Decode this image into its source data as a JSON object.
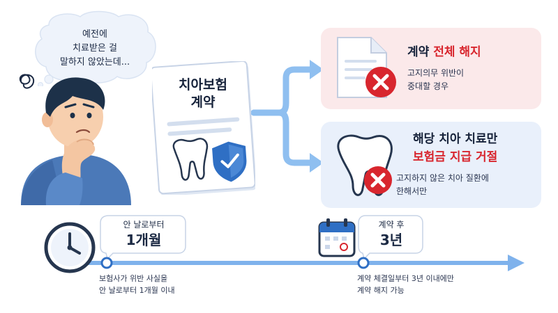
{
  "thought_bubble": {
    "lines": [
      "예전에",
      "치료받은 걸",
      "말하지 않았는데..."
    ]
  },
  "contract": {
    "title_line1": "치아보험",
    "title_line2": "계약"
  },
  "outcomes": [
    {
      "title_parts": [
        {
          "text": "계약 ",
          "color": "#16223a"
        },
        {
          "text": "전체 해지",
          "color": "#d8262e"
        }
      ],
      "desc_lines": [
        "고지의무 위반이",
        "중대할 경우"
      ]
    },
    {
      "title_line1": "해당 치아 치료만",
      "title_line2": "보험금 지급 거절",
      "desc_lines": [
        "고지하지 않은 치아 질환에",
        "한해서만"
      ]
    }
  ],
  "timeline": {
    "left": {
      "callout_line1": "안 날로부터",
      "callout_line2": "1개월",
      "desc_lines": [
        "보험사가 위반 사실을",
        "안 날로부터 1개월 이내"
      ]
    },
    "right": {
      "callout_line1": "계약 후",
      "callout_line2": "3년",
      "desc_lines": [
        "계약 체결일부터 3년 이내에만",
        "계약 해지 가능"
      ]
    }
  },
  "colors": {
    "red_accent": "#d8262e",
    "blue_accent": "#2f6fc4",
    "timeline_blue": "#7fb2ec"
  }
}
